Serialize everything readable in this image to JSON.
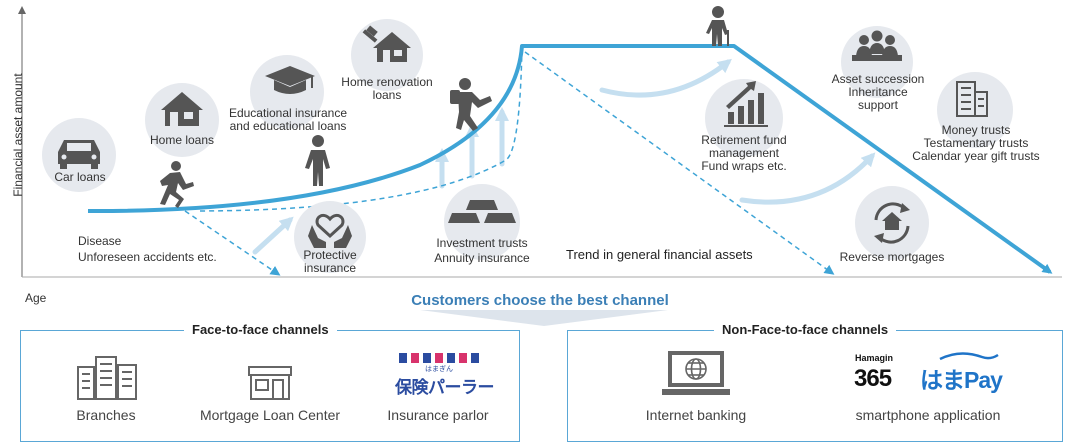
{
  "axis": {
    "y_label": "Financial asset amount",
    "x_label": "Age"
  },
  "life_events": {
    "car_loans": "Car loans",
    "home_loans": "Home loans",
    "educational": [
      "Educational insurance",
      "and educational loans"
    ],
    "home_renovation": [
      "Home renovation",
      "loans"
    ],
    "disease": [
      "Disease",
      "Unforeseen accidents etc."
    ],
    "protective": [
      "Protective",
      "insurance"
    ],
    "investment": [
      "Investment trusts",
      "Annuity insurance"
    ],
    "trend": "Trend in general financial assets",
    "retirement": [
      "Retirement fund",
      "management",
      "Fund wraps etc."
    ],
    "asset_succession": [
      "Asset succession",
      "Inheritance",
      "support"
    ],
    "money_trusts": [
      "Money trusts",
      "Testamentary trusts",
      "Calendar year gift trusts"
    ],
    "reverse_mortgages": "Reverse mortgages"
  },
  "headline": "Customers choose the best channel",
  "face_to_face": {
    "title": "Face-to-face channels",
    "items": [
      "Branches",
      "Mortgage Loan Center",
      "Insurance parlor"
    ],
    "parlor_logo": "保険パーラー",
    "parlor_ruby": "はまぎん"
  },
  "non_face_to_face": {
    "title": "Non-Face-to-face channels",
    "items": [
      "Internet banking",
      "smartphone application"
    ],
    "hamagin_small": "Hamagin",
    "hamagin_365": "365",
    "hama_pay": "はまPay"
  },
  "colors": {
    "curve": "#3ea4d6",
    "circle": "#e6e9ee",
    "icon": "#555555",
    "box_border": "#5aa7d6",
    "headline": "#3b7fb6"
  }
}
